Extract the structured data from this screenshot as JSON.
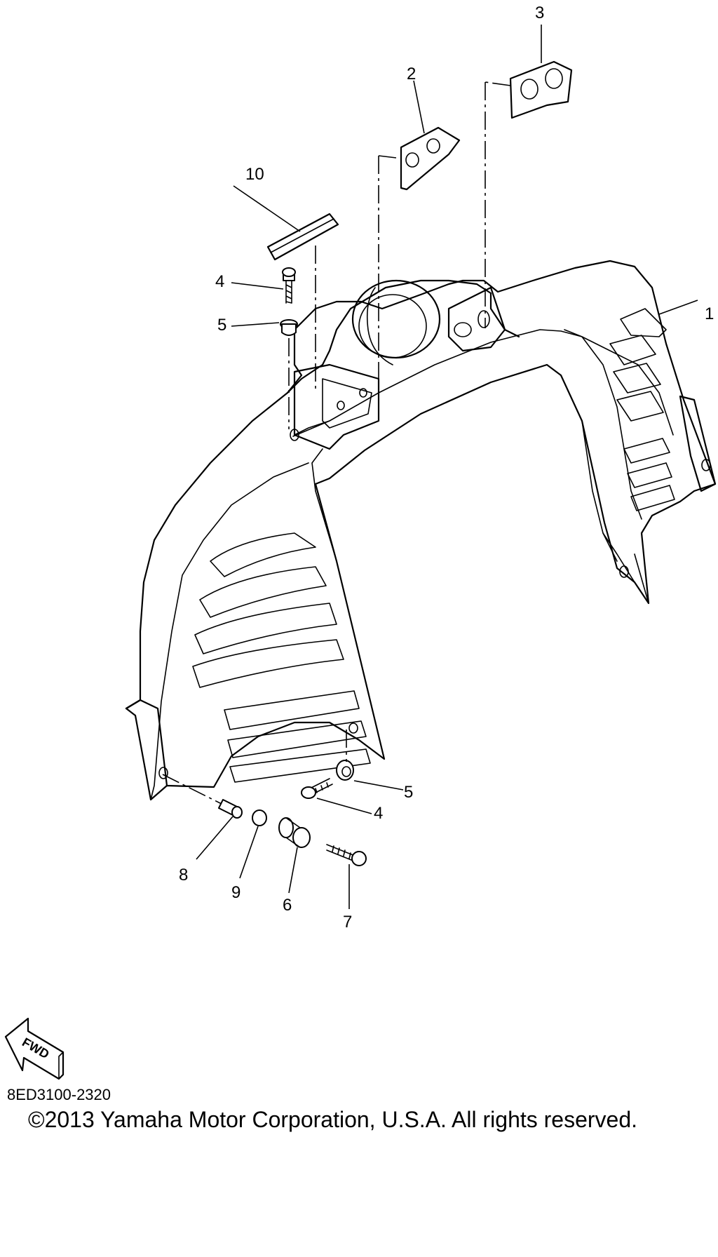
{
  "diagram": {
    "code": "8ED3100-2320",
    "copyright": "©2013 Yamaha Motor Corporation, U.S.A. All rights reserved.",
    "fwd_label": "FWD",
    "callouts": {
      "c1": "1",
      "c2": "2",
      "c3": "3",
      "c4a": "4",
      "c4b": "4",
      "c5a": "5",
      "c5b": "5",
      "c6": "6",
      "c7": "7",
      "c8": "8",
      "c9": "9",
      "c10": "10"
    }
  }
}
